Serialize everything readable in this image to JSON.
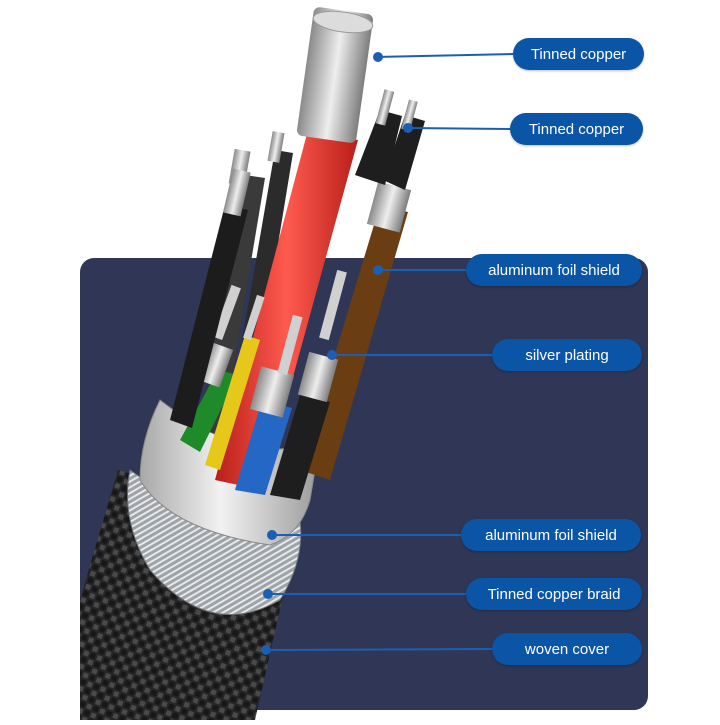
{
  "colors": {
    "backdrop": "#2f3656",
    "callout_fill": "#0b55a6",
    "callout_text": "#ffffff",
    "leader_line": "#1a5fb4",
    "outer_jacket": "#2a2a2a",
    "shield_foil": "#d6d6d6",
    "braid": "#c0c4c8"
  },
  "wires": [
    {
      "name": "red",
      "color": "#e1382f"
    },
    {
      "name": "green",
      "color": "#1f8a2a"
    },
    {
      "name": "yellow",
      "color": "#e6c81a"
    },
    {
      "name": "blue",
      "color": "#2467c4"
    },
    {
      "name": "brown",
      "color": "#6b3d12"
    },
    {
      "name": "black",
      "color": "#1e1e1e"
    }
  ],
  "callouts": [
    {
      "label": "Tinned copper"
    },
    {
      "label": "Tinned copper"
    },
    {
      "label": "aluminum foil shield"
    },
    {
      "label": "silver plating"
    },
    {
      "label": "aluminum foil shield"
    },
    {
      "label": "Tinned copper braid"
    },
    {
      "label": "woven cover"
    }
  ]
}
